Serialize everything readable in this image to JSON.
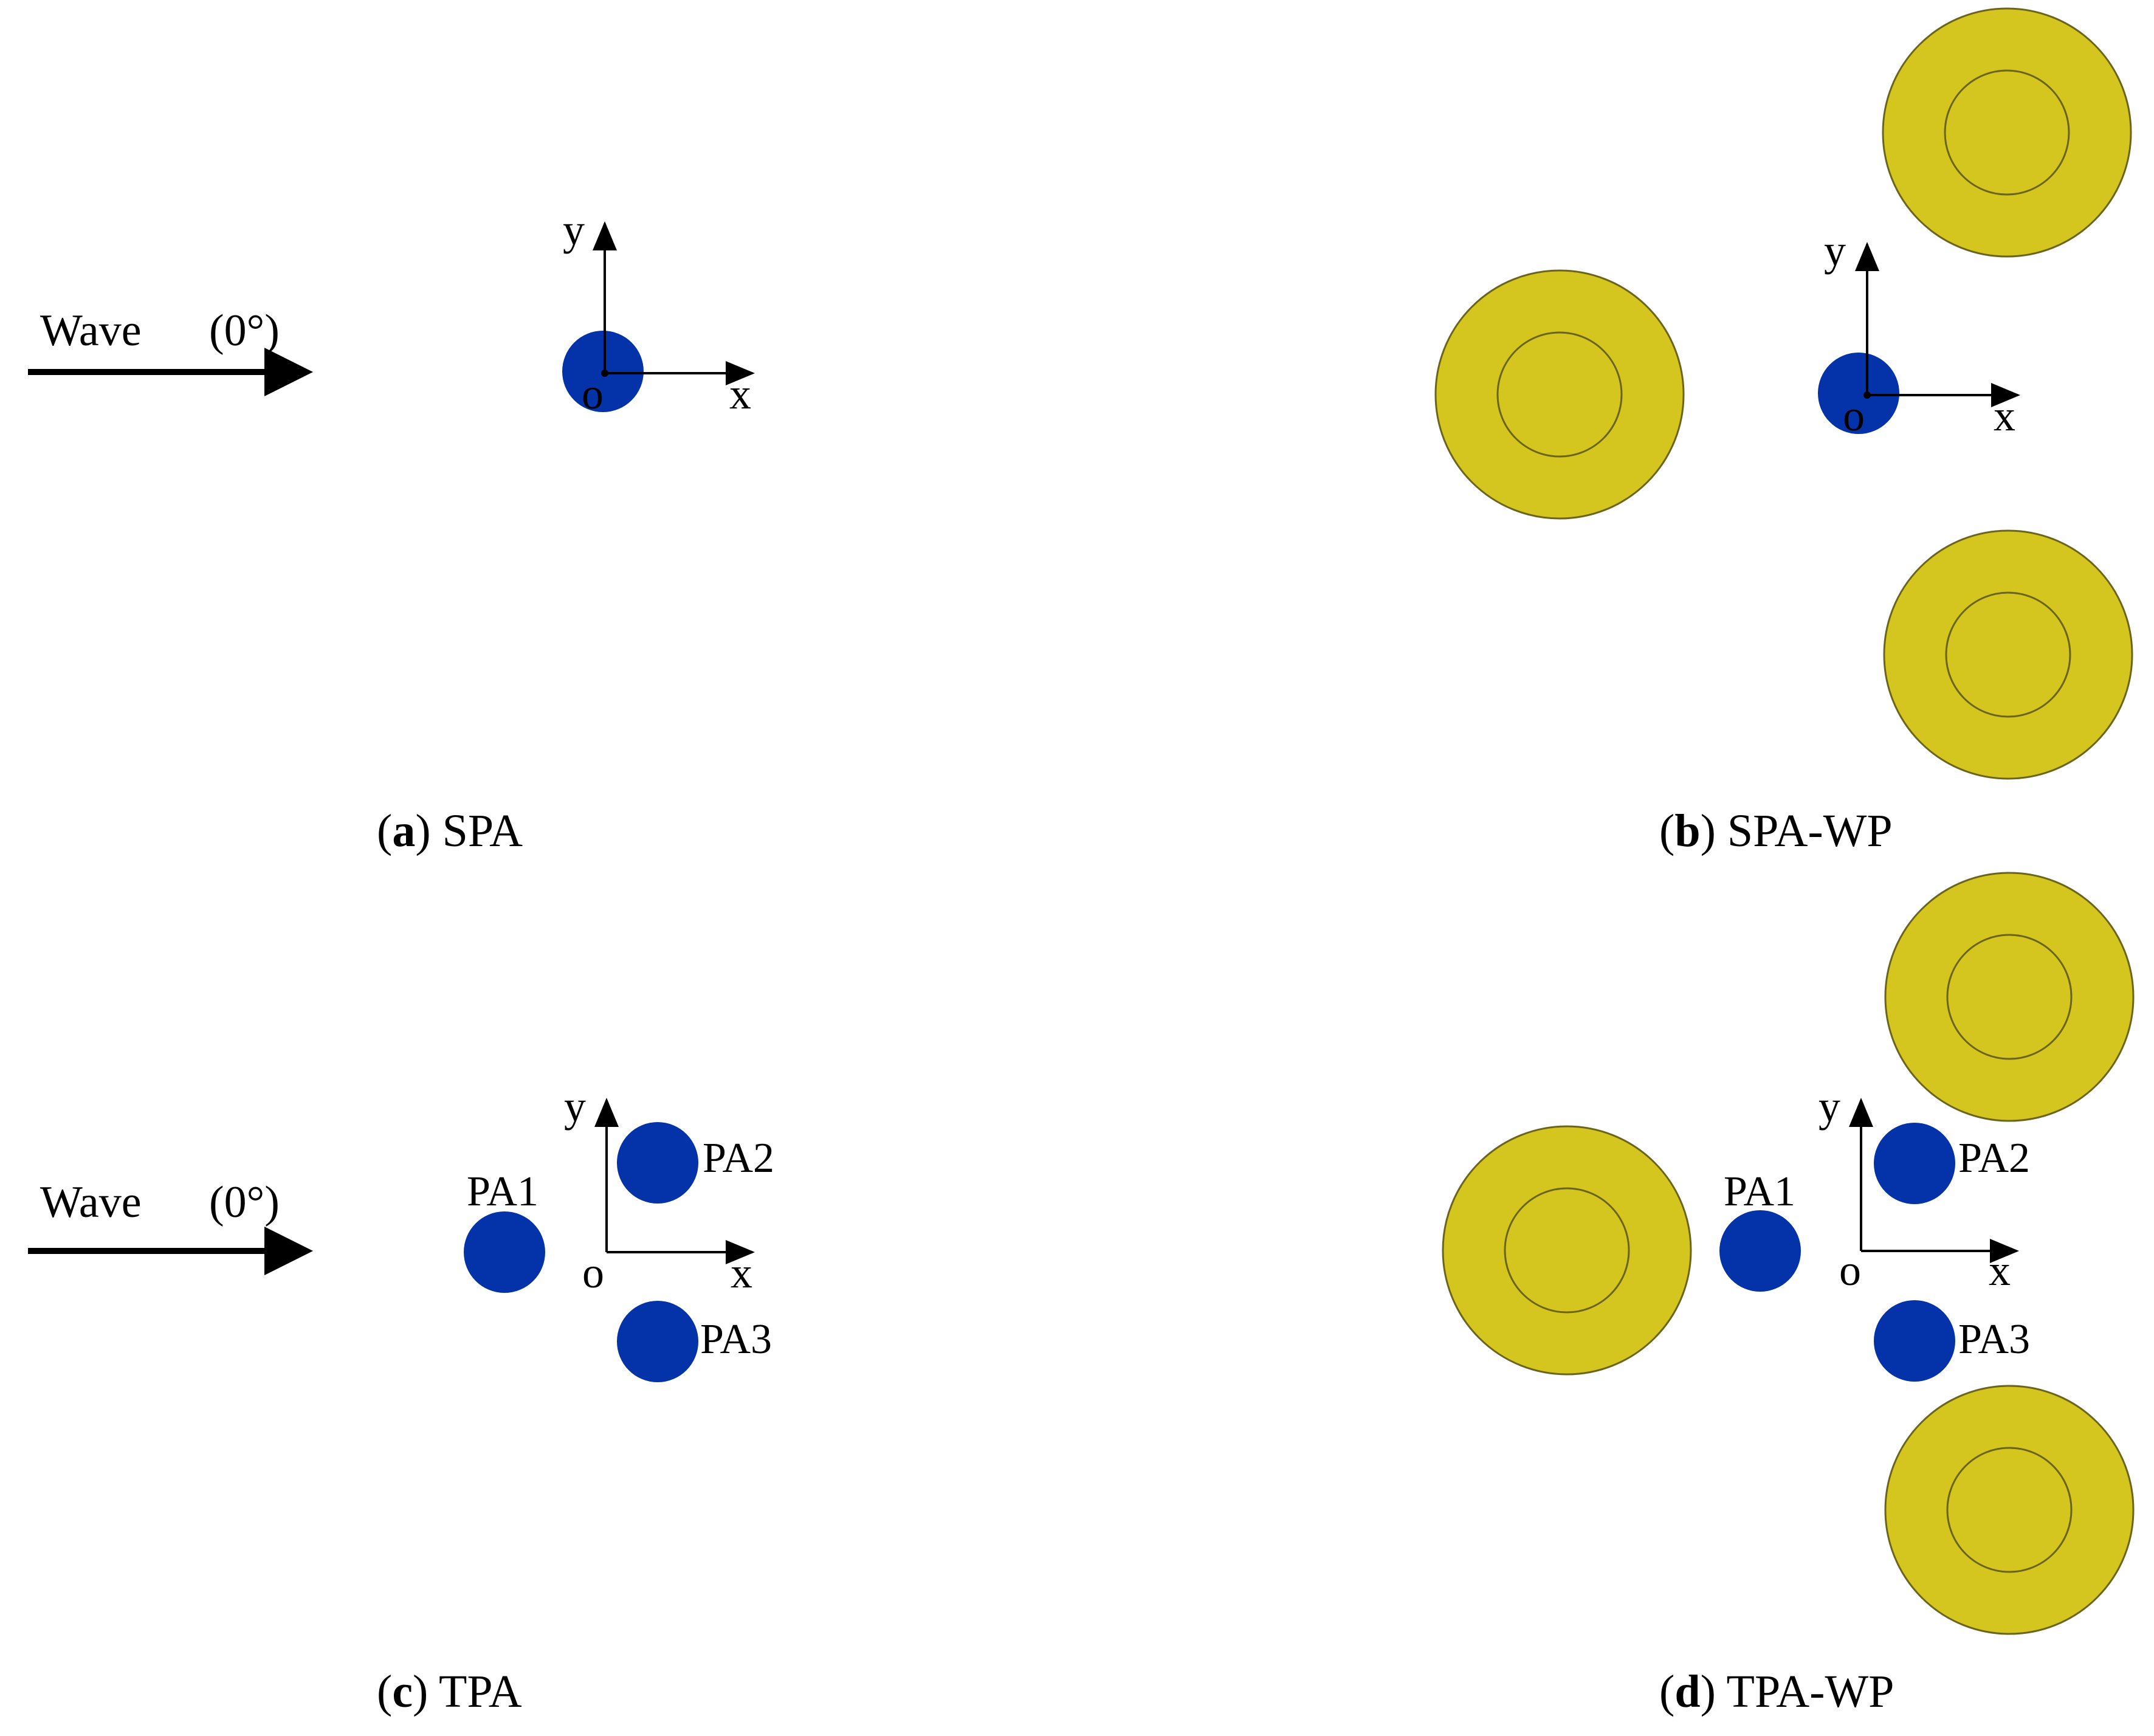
{
  "colors": {
    "pa_blue": "#0432A8",
    "platform_yellow": "#D4C61E",
    "platform_stroke": "#6B651C",
    "ink": "#000000"
  },
  "panels": {
    "a": {
      "wave_label": "Wave",
      "wave_angle": "(0°)",
      "axis_x": "x",
      "axis_y": "y",
      "origin": "o",
      "caption_letter": "a",
      "caption_text": "SPA"
    },
    "b": {
      "axis_x": "x",
      "axis_y": "y",
      "origin": "o",
      "caption_letter": "b",
      "caption_text": "SPA-WP"
    },
    "c": {
      "wave_label": "Wave",
      "wave_angle": "(0°)",
      "axis_x": "x",
      "axis_y": "y",
      "origin": "o",
      "pa1": "PA1",
      "pa2": "PA2",
      "pa3": "PA3",
      "caption_letter": "c",
      "caption_text": "TPA"
    },
    "d": {
      "axis_x": "x",
      "axis_y": "y",
      "origin": "o",
      "pa1": "PA1",
      "pa2": "PA2",
      "pa3": "PA3",
      "caption_letter": "d",
      "caption_text": "TPA-WP"
    }
  }
}
